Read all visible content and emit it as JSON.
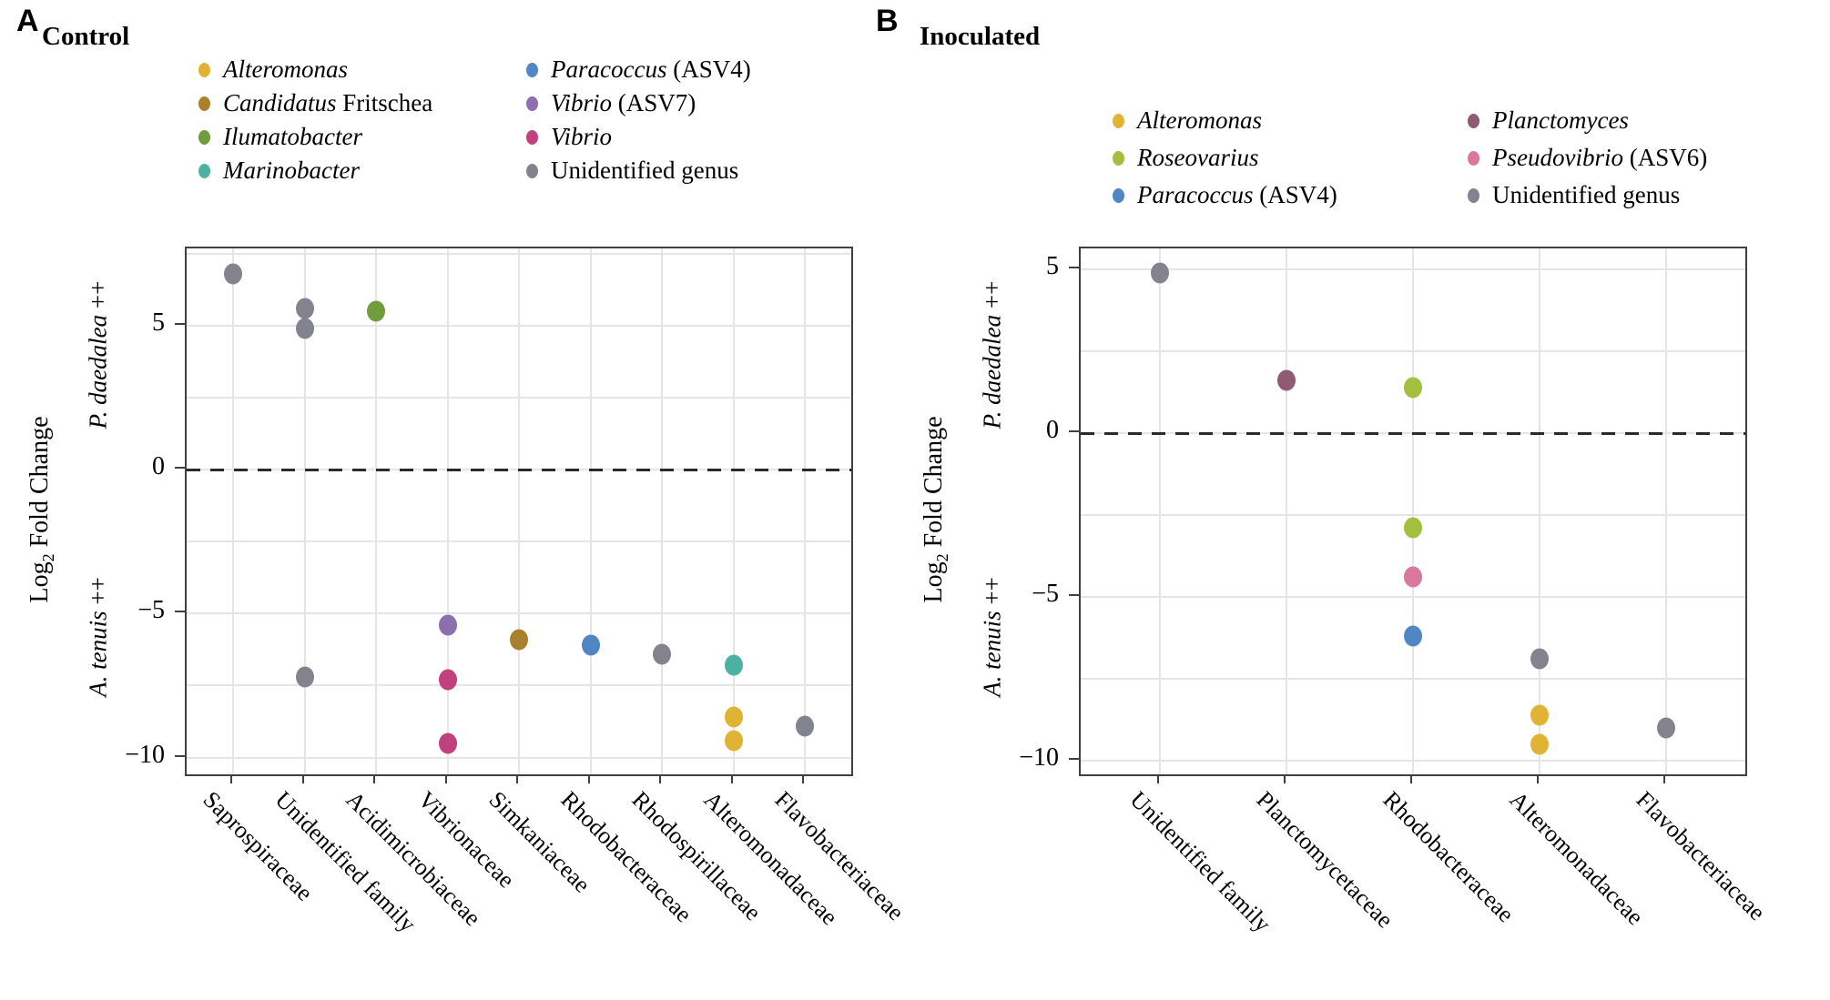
{
  "colors": {
    "alteromonas": "#e1b335",
    "candidatus_fritschea": "#a9802e",
    "ilumatobacter": "#6f9d3c",
    "marinobacter": "#4bb2a3",
    "paracoccus": "#4f86c3",
    "vibrio_asv7": "#8b6fae",
    "vibrio": "#c1417f",
    "unidentified": "#83838f",
    "planctomyces": "#8e5a74",
    "roseovarius": "#a2bf3f",
    "pseudovibrio": "#d9779f"
  },
  "chart_data": [
    {
      "type": "scatter",
      "panel": "A",
      "title": "Control",
      "ylabel_pre": "Log",
      "ylabel_sub": "2",
      "ylabel_post": " Fold Change",
      "upper_label_taxon": "P. daedalea",
      "upper_label_suffix": " ++",
      "lower_label_taxon": "A. tenuis",
      "lower_label_suffix": " ++",
      "xlabel": "",
      "yticks": [
        5,
        0,
        -5,
        -10
      ],
      "ylim": [
        -10.6,
        7.7
      ],
      "grid_step": 2.5,
      "zero_line": "dashed",
      "legend_position": "top",
      "legend_columns": [
        [
          {
            "parts": [
              {
                "text": "Alteromonas",
                "italic": true
              }
            ],
            "color_key": "alteromonas"
          },
          {
            "parts": [
              {
                "text": "Candidatus",
                "italic": true
              },
              {
                "text": " Fritschea",
                "italic": false
              }
            ],
            "color_key": "candidatus_fritschea"
          },
          {
            "parts": [
              {
                "text": "Ilumatobacter",
                "italic": true
              }
            ],
            "color_key": "ilumatobacter"
          },
          {
            "parts": [
              {
                "text": "Marinobacter",
                "italic": true
              }
            ],
            "color_key": "marinobacter"
          }
        ],
        [
          {
            "parts": [
              {
                "text": "Paracoccus",
                "italic": true
              },
              {
                "text": " (ASV4)",
                "italic": false
              }
            ],
            "color_key": "paracoccus"
          },
          {
            "parts": [
              {
                "text": "Vibrio",
                "italic": true
              },
              {
                "text": " (ASV7)",
                "italic": false
              }
            ],
            "color_key": "vibrio_asv7"
          },
          {
            "parts": [
              {
                "text": "Vibrio",
                "italic": true
              }
            ],
            "color_key": "vibrio"
          },
          {
            "parts": [
              {
                "text": "Unidentified genus",
                "italic": false
              }
            ],
            "color_key": "unidentified"
          }
        ]
      ],
      "categories": [
        "Saprospiraceae",
        "Unidentified family",
        "Acidimicrobiaceae",
        "Vibrionaceae",
        "Simkaniaceae",
        "Rhodobacteraceae",
        "Rhodospirillaceae",
        "Alteromonadaceae",
        "Flavobacteriaceae"
      ],
      "points": [
        {
          "category": "Saprospiraceae",
          "genus": "Unidentified genus",
          "value": 6.8,
          "color_key": "unidentified"
        },
        {
          "category": "Unidentified family",
          "genus": "Unidentified genus",
          "value": 5.6,
          "color_key": "unidentified"
        },
        {
          "category": "Unidentified family",
          "genus": "Unidentified genus",
          "value": 4.9,
          "color_key": "unidentified"
        },
        {
          "category": "Unidentified family",
          "genus": "Unidentified genus",
          "value": -7.2,
          "color_key": "unidentified"
        },
        {
          "category": "Acidimicrobiaceae",
          "genus": "Ilumatobacter",
          "value": 5.5,
          "color_key": "ilumatobacter"
        },
        {
          "category": "Vibrionaceae",
          "genus": "Vibrio (ASV7)",
          "value": -5.4,
          "color_key": "vibrio_asv7"
        },
        {
          "category": "Vibrionaceae",
          "genus": "Vibrio",
          "value": -7.3,
          "color_key": "vibrio"
        },
        {
          "category": "Vibrionaceae",
          "genus": "Vibrio",
          "value": -9.5,
          "color_key": "vibrio"
        },
        {
          "category": "Simkaniaceae",
          "genus": "Candidatus Fritschea",
          "value": -5.9,
          "color_key": "candidatus_fritschea"
        },
        {
          "category": "Rhodobacteraceae",
          "genus": "Paracoccus (ASV4)",
          "value": -6.1,
          "color_key": "paracoccus"
        },
        {
          "category": "Rhodospirillaceae",
          "genus": "Unidentified genus",
          "value": -6.4,
          "color_key": "unidentified"
        },
        {
          "category": "Alteromonadaceae",
          "genus": "Marinobacter",
          "value": -6.8,
          "color_key": "marinobacter"
        },
        {
          "category": "Alteromonadaceae",
          "genus": "Alteromonas",
          "value": -8.6,
          "color_key": "alteromonas"
        },
        {
          "category": "Alteromonadaceae",
          "genus": "Alteromonas",
          "value": -9.4,
          "color_key": "alteromonas"
        },
        {
          "category": "Flavobacteriaceae",
          "genus": "Unidentified genus",
          "value": -8.9,
          "color_key": "unidentified"
        }
      ]
    },
    {
      "type": "scatter",
      "panel": "B",
      "title": "Inoculated",
      "ylabel_pre": "Log",
      "ylabel_sub": "2",
      "ylabel_post": " Fold Change",
      "upper_label_taxon": "P. daedalea",
      "upper_label_suffix": " ++",
      "lower_label_taxon": "A. tenuis",
      "lower_label_suffix": " ++",
      "xlabel": "",
      "yticks": [
        5,
        0,
        -5,
        -10
      ],
      "ylim": [
        -10.4,
        5.6
      ],
      "grid_step": 2.5,
      "zero_line": "dashed",
      "legend_position": "top",
      "legend_columns": [
        [
          {
            "parts": [
              {
                "text": "Alteromonas",
                "italic": true
              }
            ],
            "color_key": "alteromonas"
          },
          {
            "parts": [
              {
                "text": "Roseovarius",
                "italic": true
              }
            ],
            "color_key": "roseovarius"
          },
          {
            "parts": [
              {
                "text": "Paracoccus",
                "italic": true
              },
              {
                "text": " (ASV4)",
                "italic": false
              }
            ],
            "color_key": "paracoccus"
          }
        ],
        [
          {
            "parts": [
              {
                "text": "Planctomyces",
                "italic": true
              }
            ],
            "color_key": "planctomyces"
          },
          {
            "parts": [
              {
                "text": "Pseudovibrio",
                "italic": true
              },
              {
                "text": " (ASV6)",
                "italic": false
              }
            ],
            "color_key": "pseudovibrio"
          },
          {
            "parts": [
              {
                "text": "Unidentified genus",
                "italic": false
              }
            ],
            "color_key": "unidentified"
          }
        ]
      ],
      "categories": [
        "Unidentified family",
        "Planctomycetaceae",
        "Rhodobacteraceae",
        "Alteromonadaceae",
        "Flavobacteriaceae"
      ],
      "points": [
        {
          "category": "Unidentified family",
          "genus": "Unidentified genus",
          "value": 4.9,
          "color_key": "unidentified"
        },
        {
          "category": "Planctomycetaceae",
          "genus": "Planctomyces",
          "value": 1.6,
          "color_key": "planctomyces"
        },
        {
          "category": "Rhodobacteraceae",
          "genus": "Roseovarius",
          "value": 1.4,
          "color_key": "roseovarius"
        },
        {
          "category": "Rhodobacteraceae",
          "genus": "Roseovarius",
          "value": -2.9,
          "color_key": "roseovarius"
        },
        {
          "category": "Rhodobacteraceae",
          "genus": "Pseudovibrio (ASV6)",
          "value": -4.4,
          "color_key": "pseudovibrio"
        },
        {
          "category": "Rhodobacteraceae",
          "genus": "Paracoccus (ASV4)",
          "value": -6.2,
          "color_key": "paracoccus"
        },
        {
          "category": "Alteromonadaceae",
          "genus": "Unidentified genus",
          "value": -6.9,
          "color_key": "unidentified"
        },
        {
          "category": "Alteromonadaceae",
          "genus": "Alteromonas",
          "value": -8.6,
          "color_key": "alteromonas"
        },
        {
          "category": "Alteromonadaceae",
          "genus": "Alteromonas",
          "value": -9.5,
          "color_key": "alteromonas"
        },
        {
          "category": "Flavobacteriaceae",
          "genus": "Unidentified genus",
          "value": -9.0,
          "color_key": "unidentified"
        }
      ]
    }
  ]
}
